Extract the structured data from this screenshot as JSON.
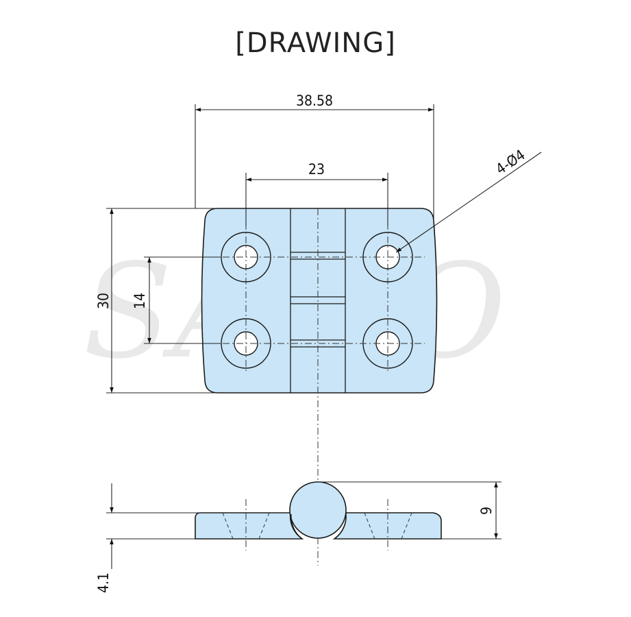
{
  "title": "[DRAWING]",
  "watermark": "SAMO",
  "dimensions": {
    "overall_width": "38.58",
    "hole_spacing_horizontal": "23",
    "hole_callout": "4-Ø4",
    "overall_height": "30",
    "hole_spacing_vertical": "14",
    "side_height": "9",
    "plate_thickness": "4.1"
  },
  "colors": {
    "part_fill": "#c9e5f7",
    "outline": "#1a1a1a",
    "watermark": "#e6e6e6"
  }
}
